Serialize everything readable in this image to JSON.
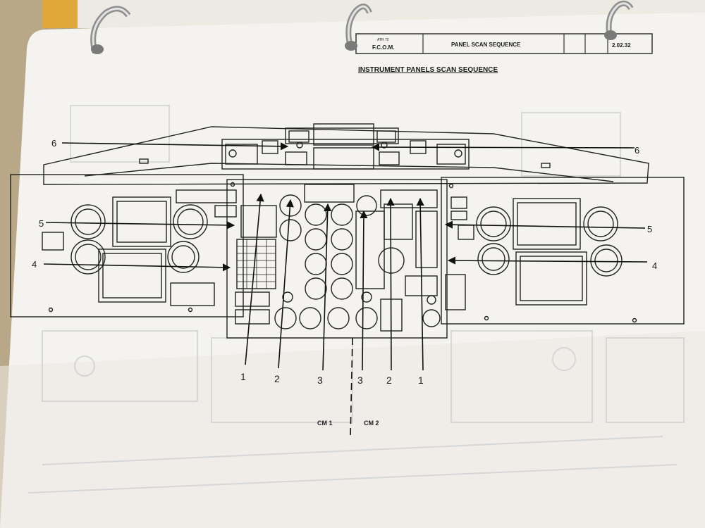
{
  "header": {
    "manual": "F.C.O.M.",
    "manual_small": "ATR 72",
    "section": "PANEL SCAN SEQUENCE",
    "page": "2.02.32"
  },
  "diagram": {
    "title": "INSTRUMENT PANELS SCAN SEQUENCE",
    "crew_left": "CM 1",
    "crew_right": "CM 2",
    "callouts": {
      "top_left": "6",
      "top_right": "6",
      "side_left_upper": "5",
      "side_right_upper": "5",
      "side_left_lower": "4",
      "side_right_lower": "4",
      "bottom_1": "1",
      "bottom_2": "2",
      "bottom_3": "3",
      "bottom_4": "3",
      "bottom_5": "2",
      "bottom_6": "1"
    }
  }
}
